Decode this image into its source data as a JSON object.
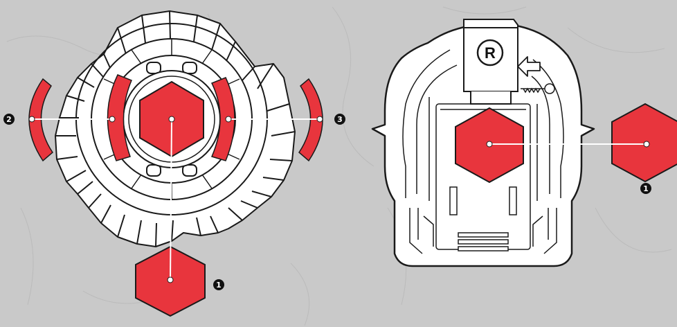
{
  "colors": {
    "background": "#c9c9c9",
    "texture": "#bdbdbd",
    "part_fill": "#ffffff",
    "outline": "#1a1a1a",
    "highlight_red": "#e8353d",
    "leader_line": "#ffffff",
    "marker_fill": "#111111"
  },
  "left_diagram": {
    "callouts": [
      {
        "id": "center-hex",
        "number": "1"
      },
      {
        "id": "left-arc",
        "number": "2"
      },
      {
        "id": "right-arc",
        "number": "3"
      }
    ]
  },
  "right_diagram": {
    "button_letter": "R",
    "callouts": [
      {
        "id": "launcher-hex",
        "number": "1"
      }
    ]
  }
}
